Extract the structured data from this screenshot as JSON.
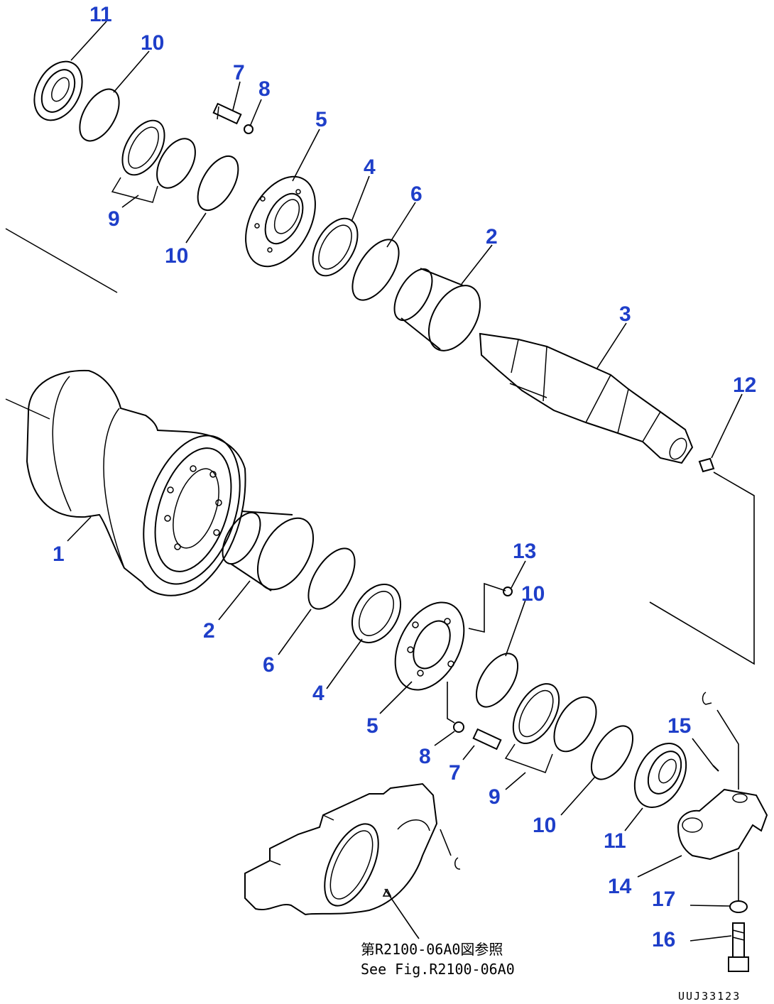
{
  "callouts": [
    "11",
    "10",
    "7",
    "8",
    "5",
    "4",
    "6",
    "2",
    "3",
    "9",
    "10",
    "12",
    "1",
    "2",
    "6",
    "4",
    "13",
    "10",
    "5",
    "8",
    "7",
    "9",
    "10",
    "11",
    "15",
    "14",
    "17",
    "16"
  ],
  "reference_note": {
    "line1": "第R2100-06A0図参照",
    "line2": "See Fig.R2100-06A0"
  },
  "drawing_code": "UUJ33123",
  "colors": {
    "callout": "#1f3fc9",
    "line": "#000000",
    "background": "#ffffff"
  }
}
